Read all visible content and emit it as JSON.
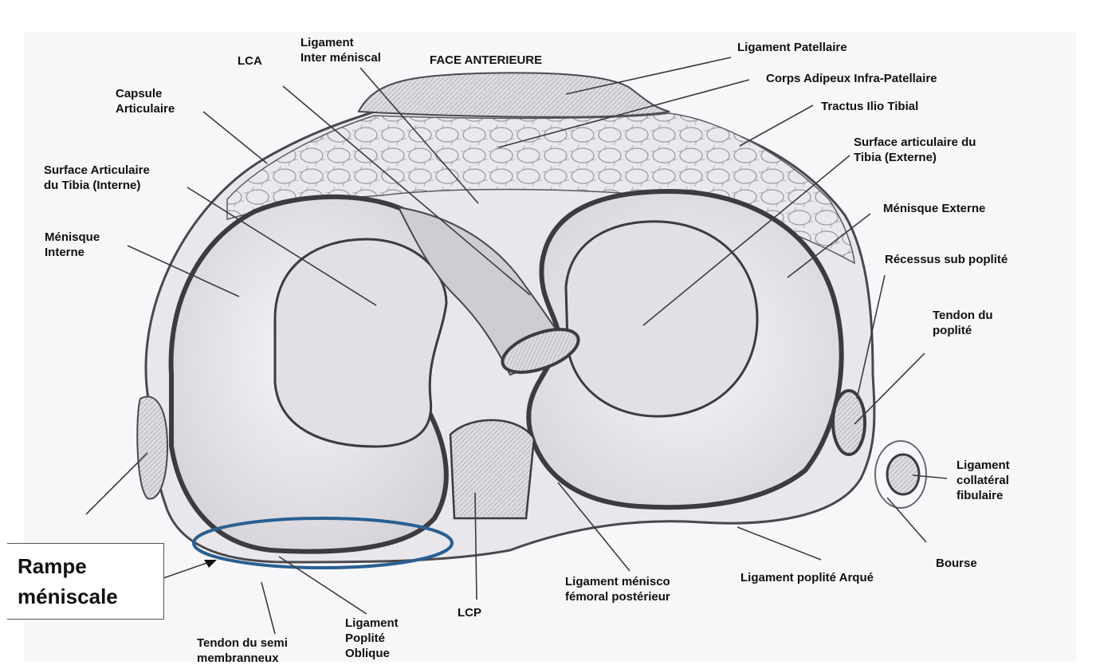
{
  "labels": {
    "lca": "LCA",
    "ligament_inter_meniscal": [
      "Ligament",
      "Inter méniscal"
    ],
    "face_anterieure": "FACE ANTERIEURE",
    "ligament_patellaire": "Ligament Patellaire",
    "corps_adipeux": "Corps Adipeux Infra-Patellaire",
    "tractus": "Tractus Ilio Tibial",
    "capsule": [
      "Capsule",
      "Articulaire"
    ],
    "surface_externe": [
      "Surface articulaire du",
      "Tibia (Externe)"
    ],
    "surface_interne": [
      "Surface Articulaire",
      "du Tibia (Interne)"
    ],
    "menisque_externe": "Ménisque Externe",
    "menisque_interne": [
      "Ménisque",
      "Interne"
    ],
    "recessus": "Récessus sub poplité",
    "tendon_poplite": [
      "Tendon du",
      "poplité"
    ],
    "ligament_collateral": [
      "Ligament",
      "collatéral",
      "fibulaire"
    ],
    "bourse": "Bourse",
    "ligament_arque": "Ligament poplité Arqué",
    "ligament_menisco": [
      "Ligament ménisco",
      "fémoral postérieur"
    ],
    "lcp": "LCP",
    "ligament_oblique": [
      "Ligament",
      "Poplité",
      "Oblique"
    ],
    "tendon_semi": [
      "Tendon du semi",
      "membranneux"
    ]
  },
  "callout": {
    "rampe": [
      "Rampe",
      "méniscale"
    ]
  },
  "colors": {
    "highlight_ellipse": "#2a5f92",
    "drawing_stroke": "#3d3b40",
    "drawing_fill": "#eeedf0"
  }
}
